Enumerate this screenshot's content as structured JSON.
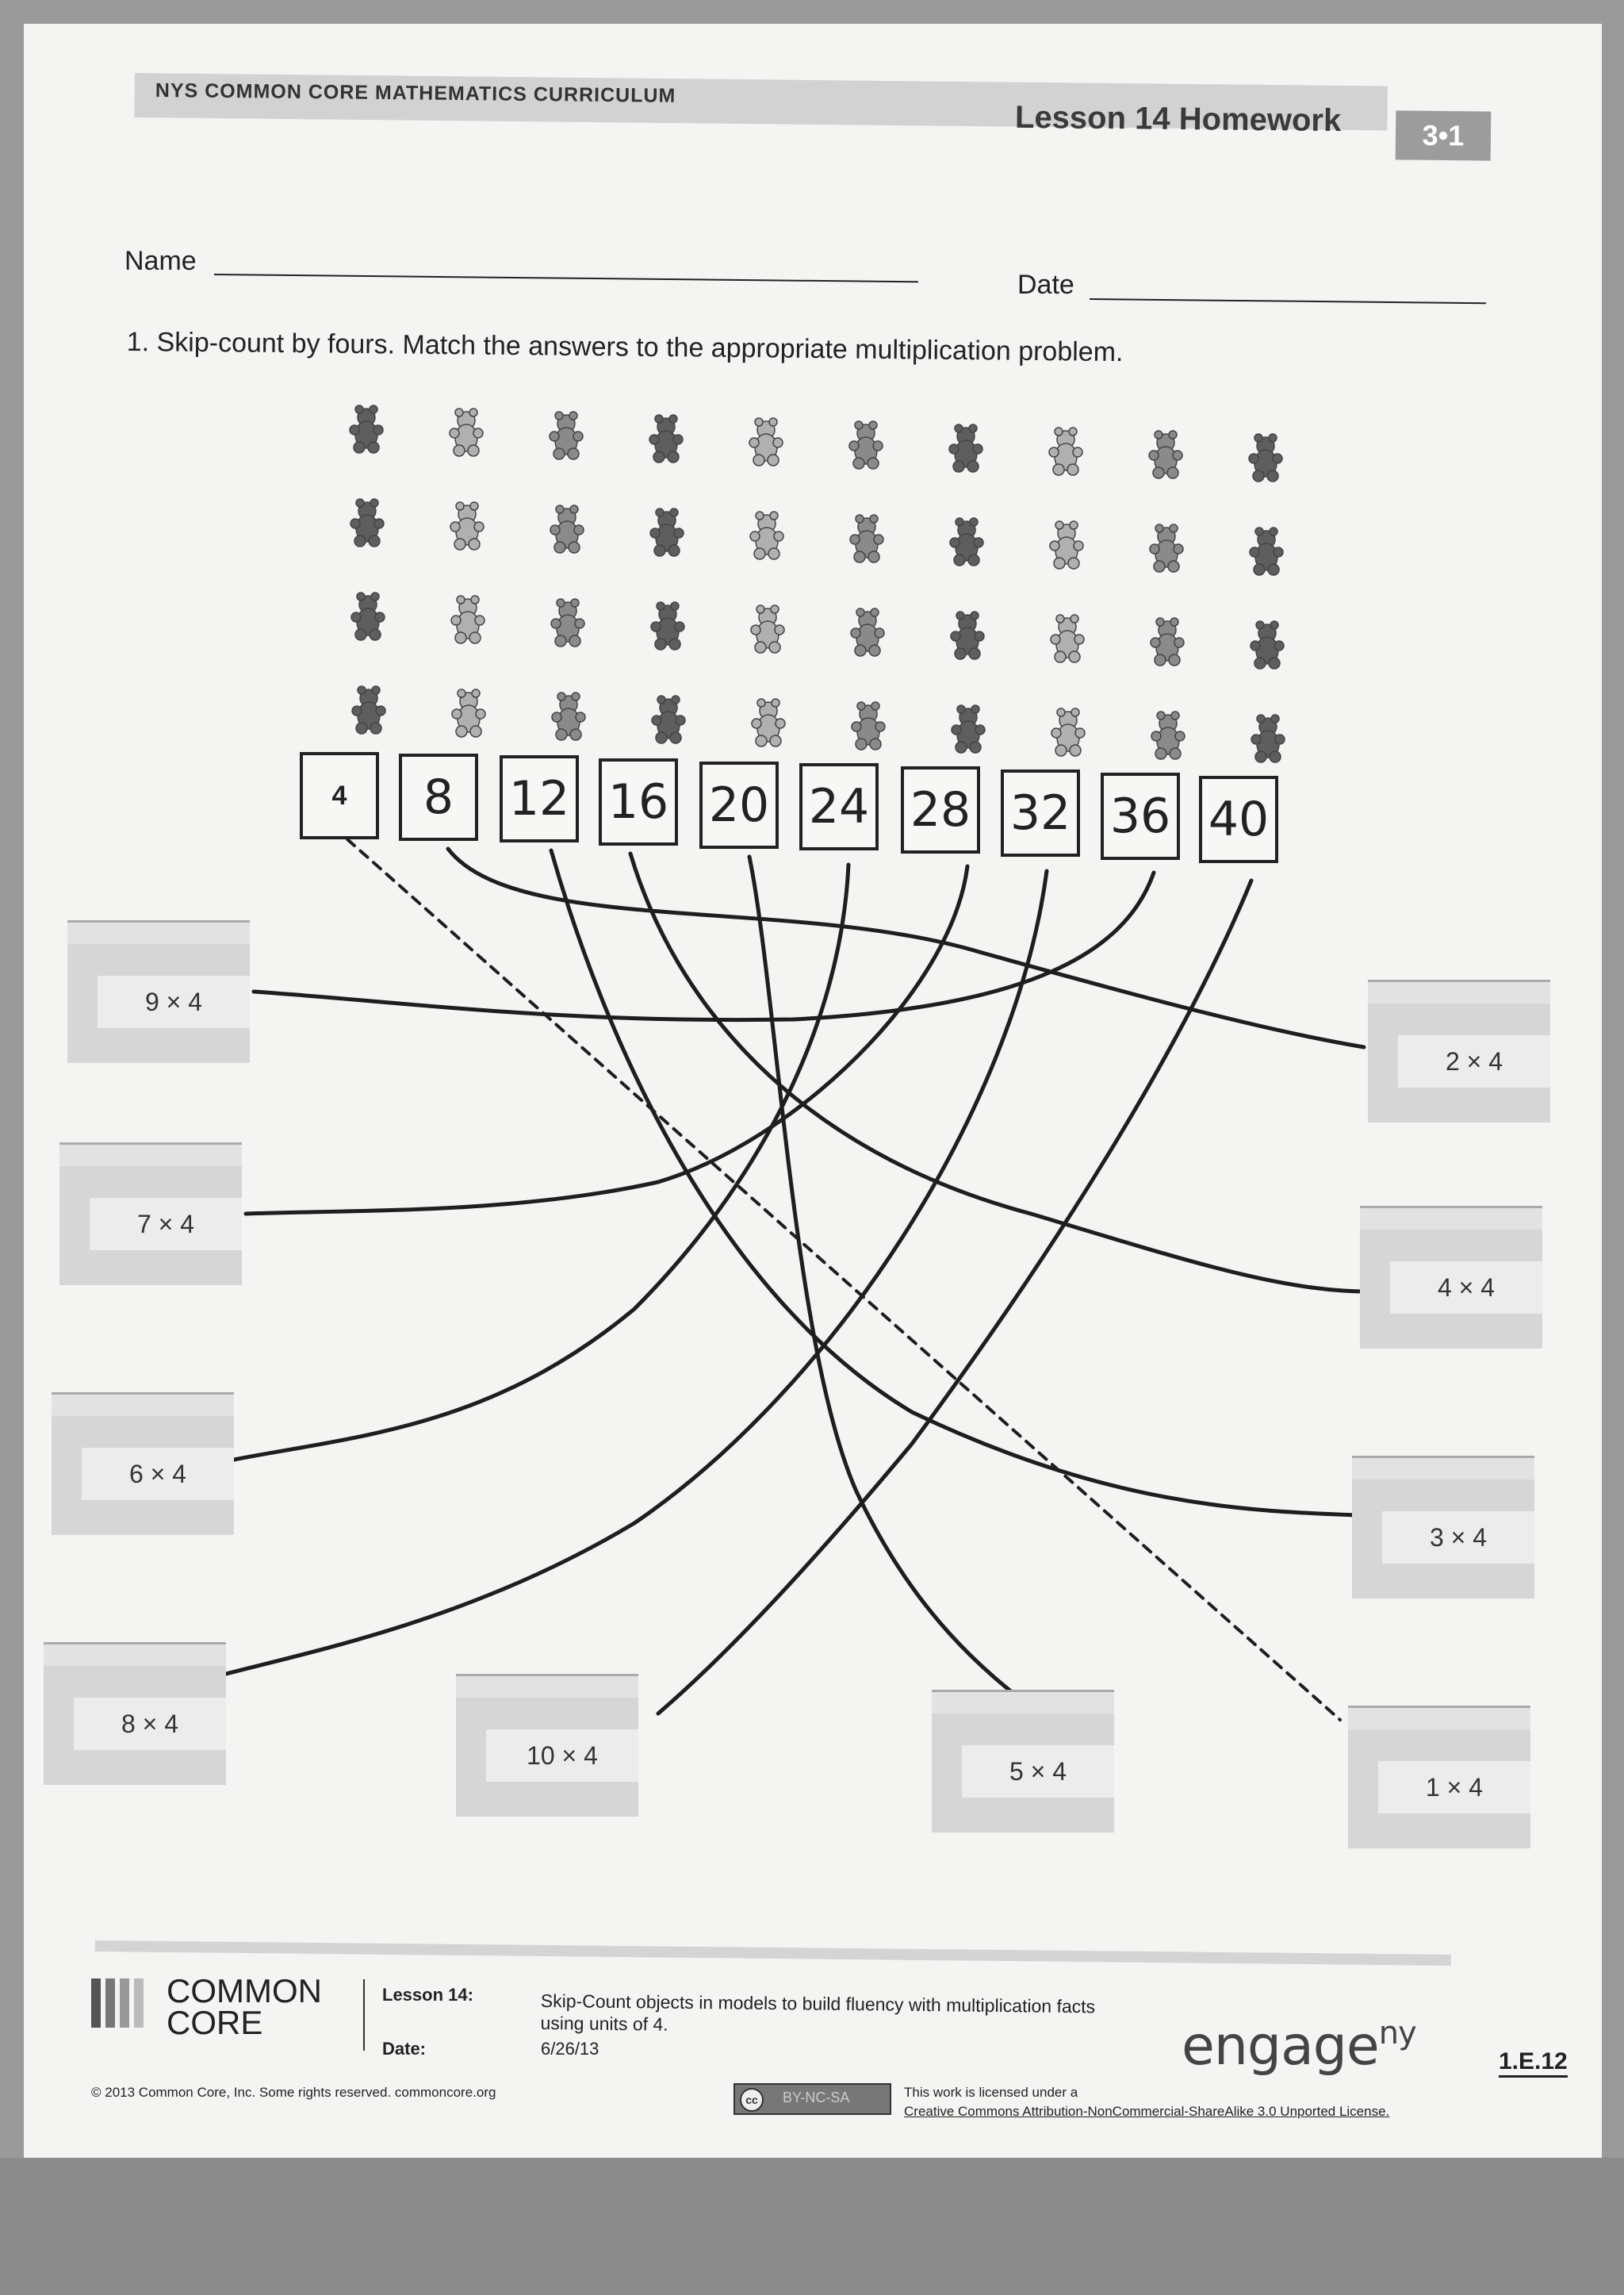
{
  "header": {
    "curriculum": "NYS COMMON CORE MATHEMATICS CURRICULUM",
    "lesson_title": "Lesson 14 Homework",
    "module_badge": "3•1"
  },
  "form": {
    "name_label": "Name",
    "date_label": "Date"
  },
  "question": {
    "text": "1.   Skip-count by fours.  Match the answers to the appropriate multiplication problem."
  },
  "answer_boxes": [
    "4",
    "8",
    "12",
    "16",
    "20",
    "24",
    "28",
    "32",
    "36",
    "40"
  ],
  "bags": [
    {
      "label": "9 × 4"
    },
    {
      "label": "7 × 4"
    },
    {
      "label": "6 × 4"
    },
    {
      "label": "8 × 4"
    },
    {
      "label": "10 × 4"
    },
    {
      "label": "5 × 4"
    },
    {
      "label": "1 × 4"
    },
    {
      "label": "3 × 4"
    },
    {
      "label": "4 × 4"
    },
    {
      "label": "2 × 4"
    }
  ],
  "matches": [
    {
      "answer": "4",
      "problem": "1 × 4",
      "style": "dashed"
    },
    {
      "answer": "8",
      "problem": "2 × 4",
      "style": "solid"
    },
    {
      "answer": "12",
      "problem": "3 × 4",
      "style": "solid"
    },
    {
      "answer": "16",
      "problem": "4 × 4",
      "style": "solid"
    },
    {
      "answer": "20",
      "problem": "5 × 4",
      "style": "solid"
    },
    {
      "answer": "24",
      "problem": "6 × 4",
      "style": "solid"
    },
    {
      "answer": "28",
      "problem": "7 × 4",
      "style": "solid"
    },
    {
      "answer": "32",
      "problem": "8 × 4",
      "style": "solid"
    },
    {
      "answer": "36",
      "problem": "9 × 4",
      "style": "solid"
    },
    {
      "answer": "40",
      "problem": "10 × 4",
      "style": "solid"
    }
  ],
  "bear_icons": {
    "icon": "teddy-bear-icon",
    "rows": 4,
    "columns": 10,
    "colors": [
      "#5e5e5e",
      "#8a8a8a",
      "#b0b0b0"
    ]
  },
  "footer": {
    "logo_line1": "COMMON",
    "logo_line2": "CORE",
    "lesson_label": "Lesson 14:",
    "date_label": "Date:",
    "description": "Skip-Count objects in models to build fluency with multiplication facts using units of 4.",
    "date_value": "6/26/13",
    "engage": "engage",
    "engage_sup": "ny",
    "page_number": "1.E.12",
    "copyright": "© 2013 Common Core, Inc. Some rights reserved. commoncore.org",
    "license_badge": "BY-NC-SA",
    "license_line1": "This work is licensed under a",
    "license_line2": "Creative Commons Attribution-NonCommercial-ShareAlike 3.0 Unported License."
  }
}
